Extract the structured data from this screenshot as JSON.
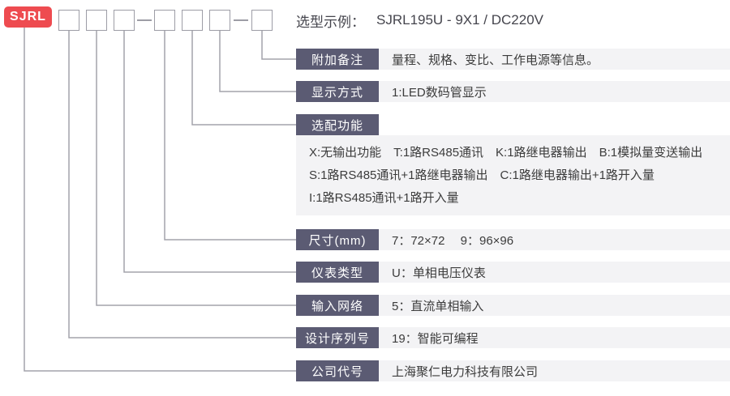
{
  "brand": "SJRL",
  "example": {
    "label": "选型示例：",
    "value": "SJRL195U - 9X1 / DC220V"
  },
  "rows": [
    {
      "label": "附加备注",
      "desc": "量程、规格、变比、工作电源等信息。"
    },
    {
      "label": "显示方式",
      "desc": "1:LED数码管显示"
    },
    {
      "label": "选配功能",
      "desc_lines": [
        "X:无输出功能　T:1路RS485通讯　K:1路继电器输出　B:1模拟量变送输出",
        "S:1路RS485通讯+1路继电器输出　C:1路继电器输出+1路开入量",
        "I:1路RS485通讯+1路开入量"
      ]
    },
    {
      "label": "尺寸(mm)",
      "desc": "7：72×72　 9：96×96"
    },
    {
      "label": "仪表类型",
      "desc": "U：单相电压仪表"
    },
    {
      "label": "输入网络",
      "desc": "5：直流单相输入"
    },
    {
      "label": "设计序列号",
      "desc": "19：智能可编程"
    },
    {
      "label": "公司代号",
      "desc": "上海聚仁电力科技有限公司"
    }
  ],
  "colors": {
    "brand_red": "#ee4b50",
    "label_bg": "#5b5b73",
    "strip_bg": "#f3f3f5",
    "wire": "#a3a3ac",
    "text": "#3c3c3c",
    "title_text": "#45454d"
  }
}
